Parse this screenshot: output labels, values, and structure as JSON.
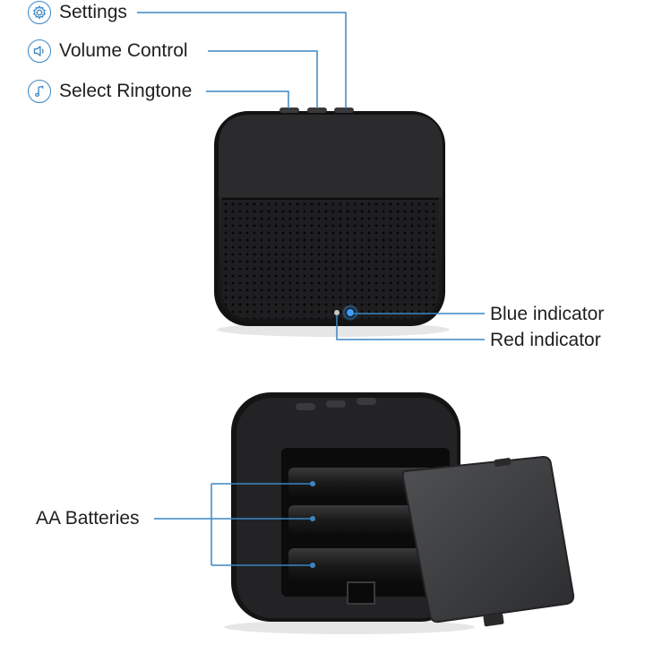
{
  "callouts": {
    "settings": "Settings",
    "volume_control": "Volume Control",
    "select_ringtone": "Select Ringtone",
    "blue_indicator": "Blue indicator",
    "red_indicator": "Red indicator",
    "aa_batteries": "AA Batteries"
  },
  "icons": {
    "settings": "gear-icon",
    "volume_control": "speaker-icon",
    "select_ringtone": "music-note-icon"
  },
  "colors": {
    "leader_line": "#3a86c4",
    "device_body": "#1c1c1e",
    "device_face": "#2a2a2c",
    "blue_led": "#3aa0ff",
    "battery_cover": "#3a3b3d"
  }
}
